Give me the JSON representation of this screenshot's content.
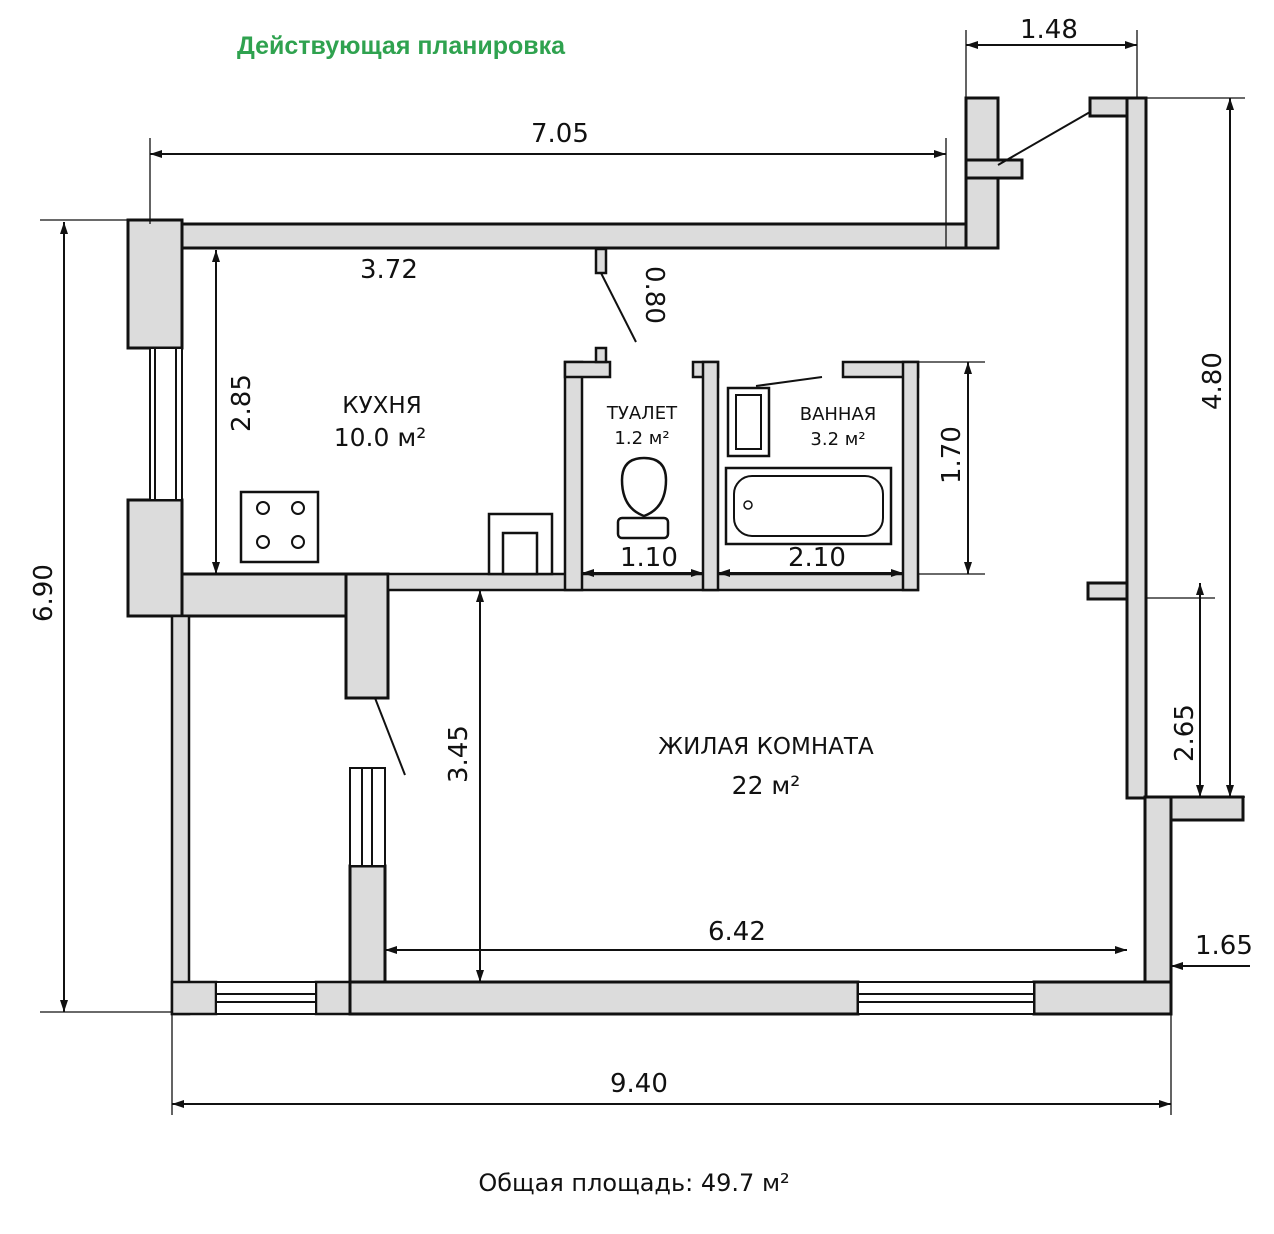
{
  "title": "Действующая планировка",
  "colors": {
    "title": "#2fa24f",
    "wall_fill": "#dcdcdc",
    "line": "#111111"
  },
  "rooms": {
    "kitchen": {
      "name": "КУХНЯ",
      "area": "10.0 м²"
    },
    "toilet": {
      "name": "ТУАЛЕТ",
      "area": "1.2 м²"
    },
    "bathroom": {
      "name": "ВАННАЯ",
      "area": "3.2 м²"
    },
    "living": {
      "name": "ЖИЛАЯ КОМНАТА",
      "area": "22  м²"
    }
  },
  "dimensions": {
    "balcony_top_width": "1.48",
    "top_overall": "7.05",
    "kitchen_width": "3.72",
    "door_width": "0.80",
    "kitchen_depth": "2.85",
    "bath_height": "1.70",
    "toilet_width": "1.10",
    "bath_width": "2.10",
    "right_upper": "4.80",
    "left_overall": "6.90",
    "living_depth": "3.45",
    "right_lower": "2.65",
    "living_width": "6.42",
    "right_step": "1.65",
    "bottom_overall": "9.40"
  },
  "footer": {
    "total_area": "Общая площадь:  49.7 м²"
  },
  "icons": [
    "stove-icon",
    "sink-icon",
    "toilet-icon",
    "bathtub-icon",
    "washbasin-icon",
    "door-swing-icon"
  ]
}
